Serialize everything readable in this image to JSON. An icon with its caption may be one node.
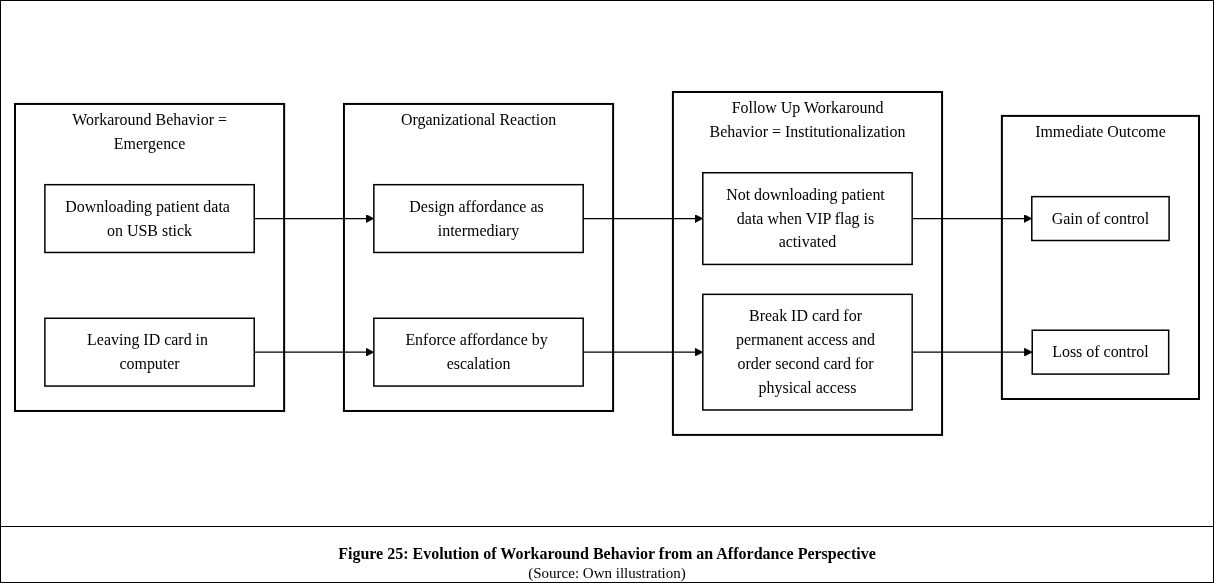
{
  "diagram": {
    "caption": "Figure 25: Evolution of Workaround Behavior from an Affordance Perspective",
    "nodes": [
      {
        "text": [
          "Workaround Behavior = Emergence"
        ]
      },
      {
        "text": [
          "Downloading patient data on USB stick"
        ],
        "in": 0
      },
      {
        "text": [
          "Leaving ID card in computer"
        ],
        "in": 0
      },
      {
        "text": [
          "Organizational Reaction"
        ]
      },
      {
        "text": [
          "Design affordance as intermediary"
        ],
        "in": 3
      },
      {
        "text": [
          "Enforce affordance by escalation"
        ],
        "in": 3
      },
      {
        "text": [
          "Follow Up Workaround Behavior = Institutionalization"
        ]
      },
      {
        "text": [
          "Not downloading patient data when VIP flag is activated"
        ],
        "in": 6
      },
      {
        "text": [
          "Break ID card for permanent access and order second card for physical access"
        ],
        "in": 6
      },
      {
        "text": [
          "Immediate Outcome"
        ]
      },
      {
        "text": [
          "Gain of control"
        ],
        "in": 9
      },
      {
        "text": [
          "Loss of control"
        ],
        "in": 9
      }
    ],
    "edges": [
      {
        "from": 1,
        "to": 4,
        "arrow": "to"
      },
      {
        "from": 4,
        "to": 7,
        "arrow": "to"
      },
      {
        "from": 7,
        "to": 10,
        "arrow": "to"
      },
      {
        "from": 2,
        "to": 5,
        "arrow": "to"
      },
      {
        "from": 5,
        "to": 8,
        "arrow": "to"
      },
      {
        "from": 8,
        "to": 11,
        "arrow": "to"
      }
    ],
    "labels": [
      "(Source: Own illustration)"
    ]
  }
}
